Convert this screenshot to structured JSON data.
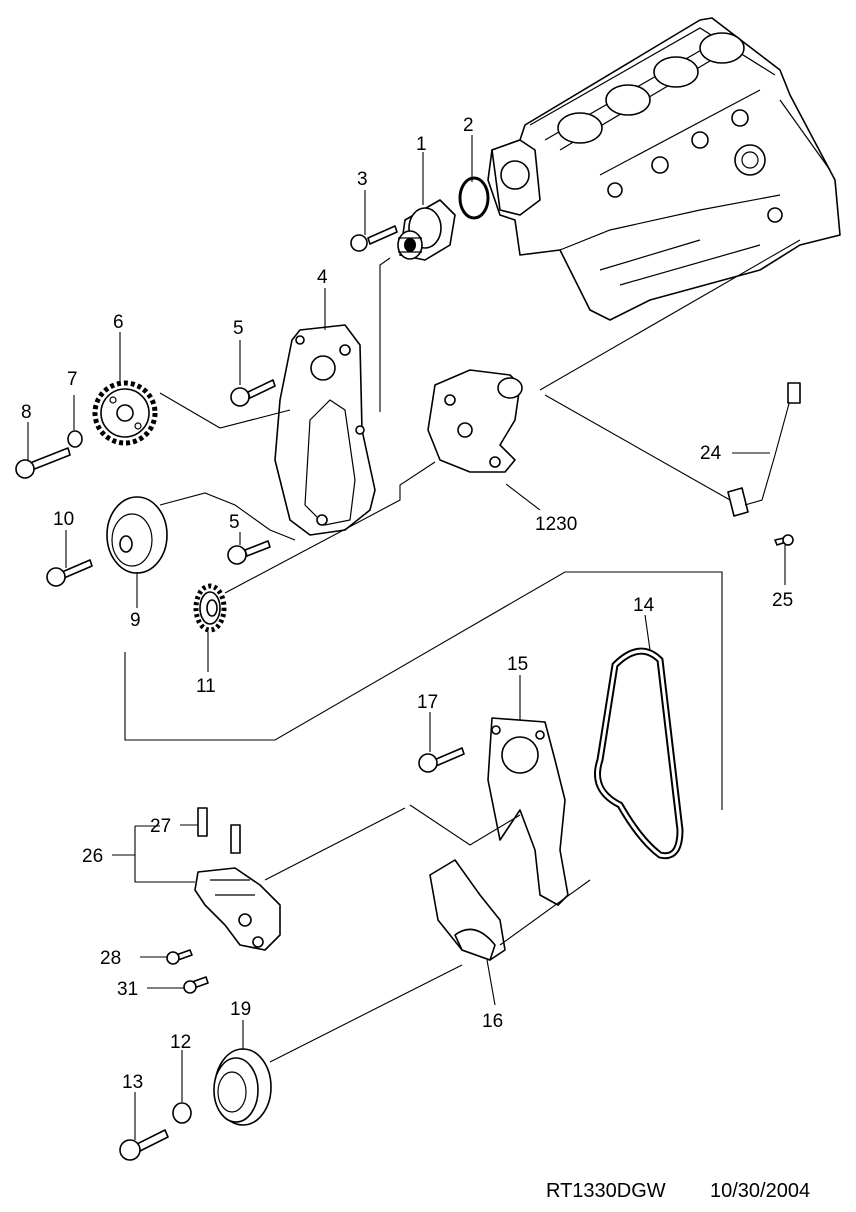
{
  "callouts": {
    "c1": "1",
    "c2": "2",
    "c3": "3",
    "c4": "4",
    "c5a": "5",
    "c5b": "5",
    "c6": "6",
    "c7": "7",
    "c8": "8",
    "c9": "9",
    "c10": "10",
    "c11": "11",
    "c12": "12",
    "c13": "13",
    "c14": "14",
    "c15": "15",
    "c16": "16",
    "c17": "17",
    "c19": "19",
    "c24": "24",
    "c25": "25",
    "c26": "26",
    "c27": "27",
    "c28": "28",
    "c31": "31",
    "c1230": "1230"
  },
  "footer": {
    "drawing_id": "RT1330DGW",
    "date": "10/30/2004"
  },
  "colors": {
    "line": "#000000",
    "background": "#ffffff"
  }
}
